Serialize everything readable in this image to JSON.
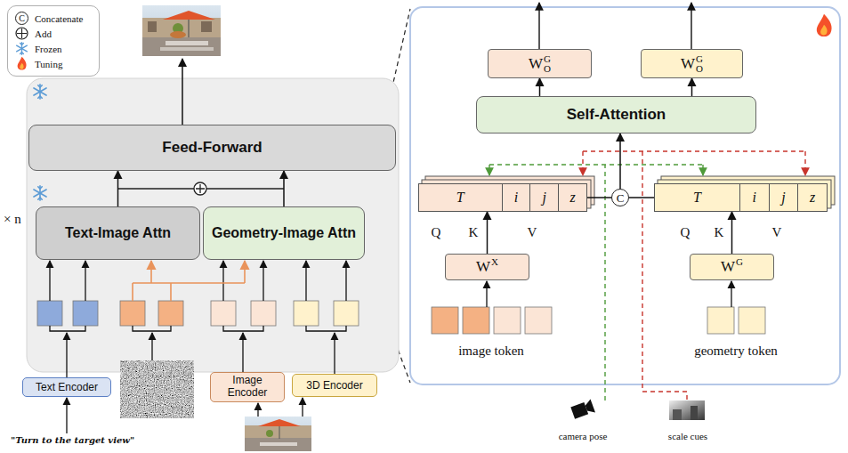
{
  "diagram": {
    "nodes": [
      {
        "text": [
          "× n"
        ]
      },
      {
        "text": [
          "Feed-Forward"
        ],
        "in": 0
      },
      {
        "text": [
          "Text-Image Attn"
        ],
        "in": 0
      },
      {
        "text": [
          "Geometry-Image Attn"
        ],
        "in": 0
      },
      {
        "text": [
          "Text Encoder"
        ]
      },
      {
        "text": [
          "Image Encoder"
        ]
      },
      {
        "text": [
          "3D Encoder"
        ]
      },
      {
        "text": [
          "W",
          "O",
          "G"
        ]
      },
      {
        "text": [
          "W",
          "O",
          "G"
        ]
      },
      {
        "text": [
          "Self-Attention"
        ]
      },
      {
        "text": [
          "T",
          "i",
          "j",
          "z"
        ]
      },
      {
        "text": [
          "C"
        ]
      },
      {
        "text": [
          "T",
          "i",
          "j",
          "z"
        ]
      },
      {
        "text": [
          "W",
          "X"
        ]
      },
      {
        "text": [
          "W",
          "G"
        ]
      }
    ],
    "edges": [
      {
        "from": 2,
        "to": 1,
        "arrow": "to"
      },
      {
        "from": 3,
        "to": 1,
        "arrow": "to"
      },
      {
        "from": 9,
        "to": 7,
        "arrow": "to"
      },
      {
        "from": 9,
        "to": 8,
        "arrow": "to"
      },
      {
        "from": 10,
        "to": 11,
        "arrow": "none"
      },
      {
        "from": 12,
        "to": 11,
        "arrow": "none"
      },
      {
        "from": 11,
        "to": 9,
        "arrow": "to"
      },
      {
        "from": 13,
        "to": 10,
        "arrow": "to"
      },
      {
        "from": 14,
        "to": 12,
        "arrow": "to"
      }
    ],
    "labels": [
      "C",
      "Q",
      "K",
      "V",
      "Q",
      "K",
      "V",
      "image token",
      "geometry token",
      "camera pose",
      "scale cues",
      "\"Turn to the target view\""
    ],
    "legend": [
      {
        "text": "Concatenate"
      },
      {
        "text": "Add"
      },
      {
        "text": "Frozen"
      },
      {
        "text": "Tuning"
      }
    ]
  }
}
